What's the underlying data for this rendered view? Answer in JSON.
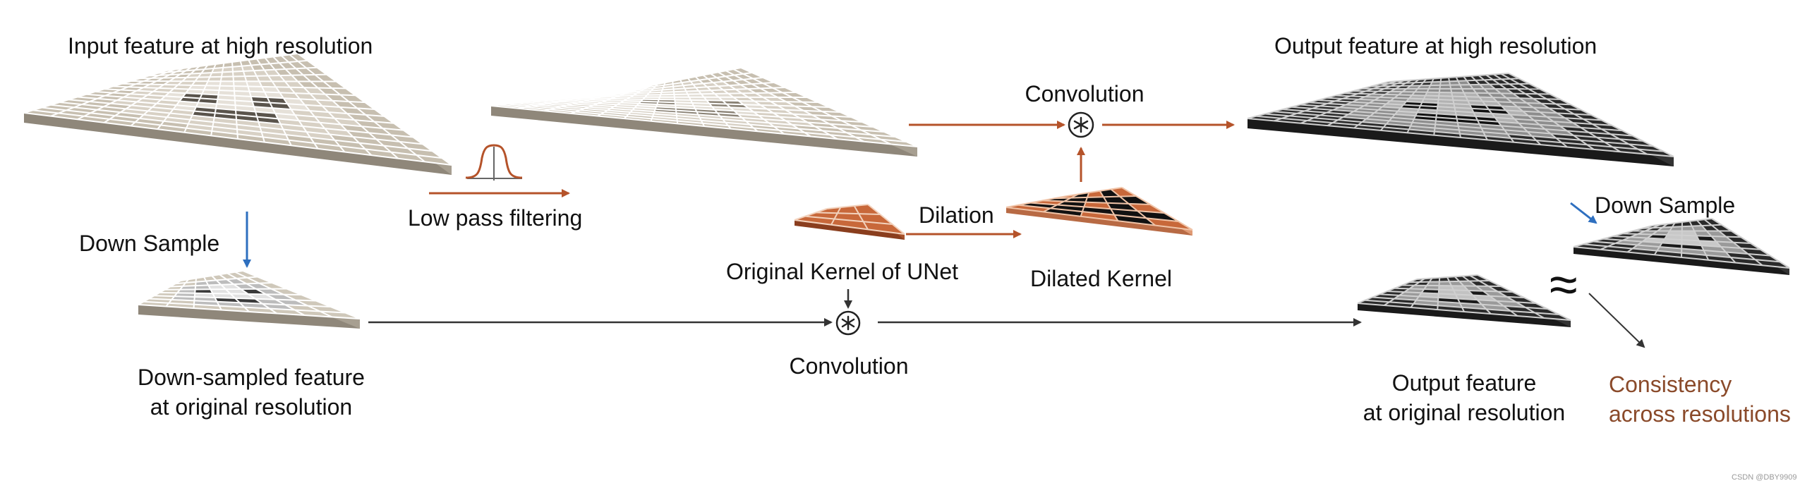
{
  "labels": {
    "input_feature": "Input feature at high resolution",
    "down_sample_left": "Down Sample",
    "low_pass": "Low pass filtering",
    "downsampled_line1": "Down-sampled feature",
    "downsampled_line2": "at original resolution",
    "convolution_top": "Convolution",
    "dilation": "Dilation",
    "original_kernel": "Original Kernel of UNet",
    "dilated_kernel": "Dilated Kernel",
    "convolution_bottom": "Convolution",
    "output_high": "Output feature at high resolution",
    "down_sample_right": "Down Sample",
    "output_orig_line1": "Output feature",
    "output_orig_line2": "at original resolution",
    "approx": "≈",
    "consistency_line1": "Consistency",
    "consistency_line2": "across resolutions",
    "watermark": "CSDN @DBY9909"
  },
  "colors": {
    "orange_arrow": "#b5532a",
    "blue_arrow": "#2e6fbf",
    "dark_arrow": "#333333",
    "kernel_orange": "#c8683a",
    "beige_surface": "#cbc3b4",
    "beige_side": "#8f877a",
    "dark_surface": "#2a2a2a",
    "text_brown": "#8a4a2a"
  },
  "icons": {
    "conv_operator": "circled-asterisk-icon",
    "filter_curve": "low-pass-filter-icon"
  }
}
